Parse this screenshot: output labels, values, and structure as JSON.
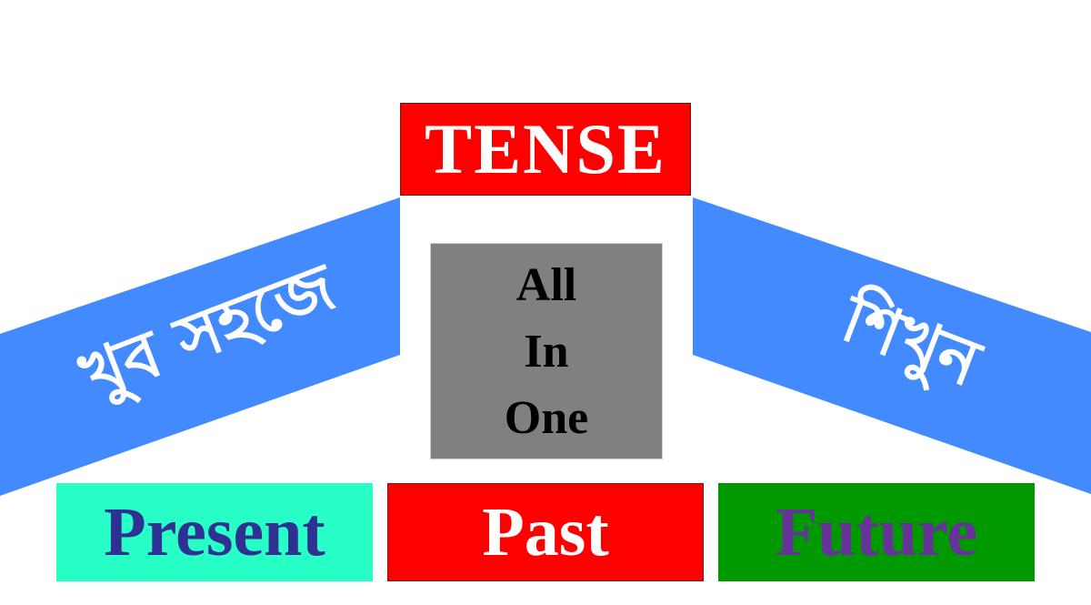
{
  "title": {
    "text": "TENSE",
    "bg": "#ff0000",
    "color": "#ffffff"
  },
  "banners": {
    "color": "#448aff",
    "left_text": "খুব সহজে",
    "right_text": "শিখুন"
  },
  "center": {
    "lines": [
      "All",
      "In",
      "One"
    ],
    "bg": "#808080",
    "color": "#000000"
  },
  "tenses": [
    {
      "label": "Present",
      "bg": "#27ffc6",
      "color": "#2e3192"
    },
    {
      "label": "Past",
      "bg": "#ff0000",
      "color": "#ffffff"
    },
    {
      "label": "Future",
      "bg": "#009900",
      "color": "#663399"
    }
  ]
}
